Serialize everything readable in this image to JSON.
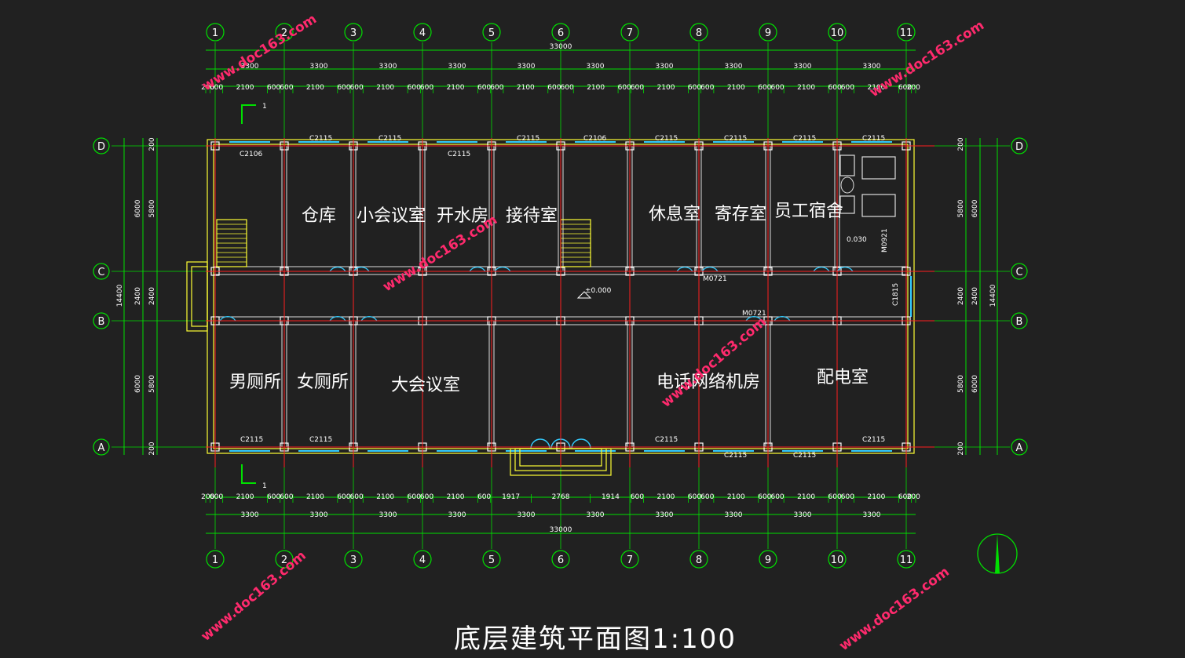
{
  "title": "底层建筑平面图1:100",
  "axes_x": [
    "1",
    "2",
    "3",
    "4",
    "5",
    "6",
    "7",
    "8",
    "9",
    "10",
    "11"
  ],
  "axes_y": [
    "D",
    "C",
    "B",
    "A"
  ],
  "overall_dim": "33000",
  "bay_dim": "3300",
  "top_detail": [
    "200",
    "600",
    "2100",
    "600",
    "600",
    "2100",
    "600",
    "600",
    "2100",
    "600",
    "600",
    "2100",
    "600",
    "600",
    "2100",
    "600",
    "600",
    "2100",
    "600",
    "600",
    "2100",
    "600",
    "600",
    "2100",
    "600",
    "600",
    "2100",
    "600",
    "600",
    "2100",
    "600",
    "200"
  ],
  "bottom_detail": [
    "200",
    "600",
    "2100",
    "600",
    "600",
    "2100",
    "600",
    "600",
    "2100",
    "600",
    "600",
    "2100",
    "600",
    "1917",
    "2768",
    "1914",
    "600",
    "2100",
    "600",
    "600",
    "2100",
    "600",
    "600",
    "2100",
    "600",
    "600",
    "2100",
    "600",
    "200"
  ],
  "left_outer": "14400",
  "left_mid": [
    "6000",
    "2400",
    "6000"
  ],
  "left_inner": [
    "200",
    "5800",
    "2400",
    "5800",
    "200"
  ],
  "right_outer": "14400",
  "right_mid": [
    "6000",
    "2400",
    "6000"
  ],
  "right_inner": [
    "200",
    "5800",
    "2400",
    "5800",
    "200"
  ],
  "rooms": {
    "warehouse": "仓库",
    "small_meeting": "小会议室",
    "boiler": "开水房",
    "reception": "接待室",
    "lounge": "休息室",
    "storage": "寄存室",
    "dorm": "员工宿舍",
    "mens_wc": "男厕所",
    "womens_wc": "女厕所",
    "big_meeting": "大会议室",
    "telecom": "电话网络机房",
    "power": "配电室"
  },
  "windows": {
    "c2115": "C2115",
    "c2106": "C2106",
    "m0721": "M0721",
    "c1815": "C1815",
    "m0921": "M0921"
  },
  "level_mark": "±0.000",
  "small_level": "0.030",
  "section_mark": "1",
  "watermark": "www.doc163.com",
  "colors": {
    "axis": "#00e000",
    "wall": "#ffff33",
    "center": "#ff2020",
    "window": "#33ccff",
    "text": "#ffffff",
    "watermark": "#ff2a6d"
  }
}
